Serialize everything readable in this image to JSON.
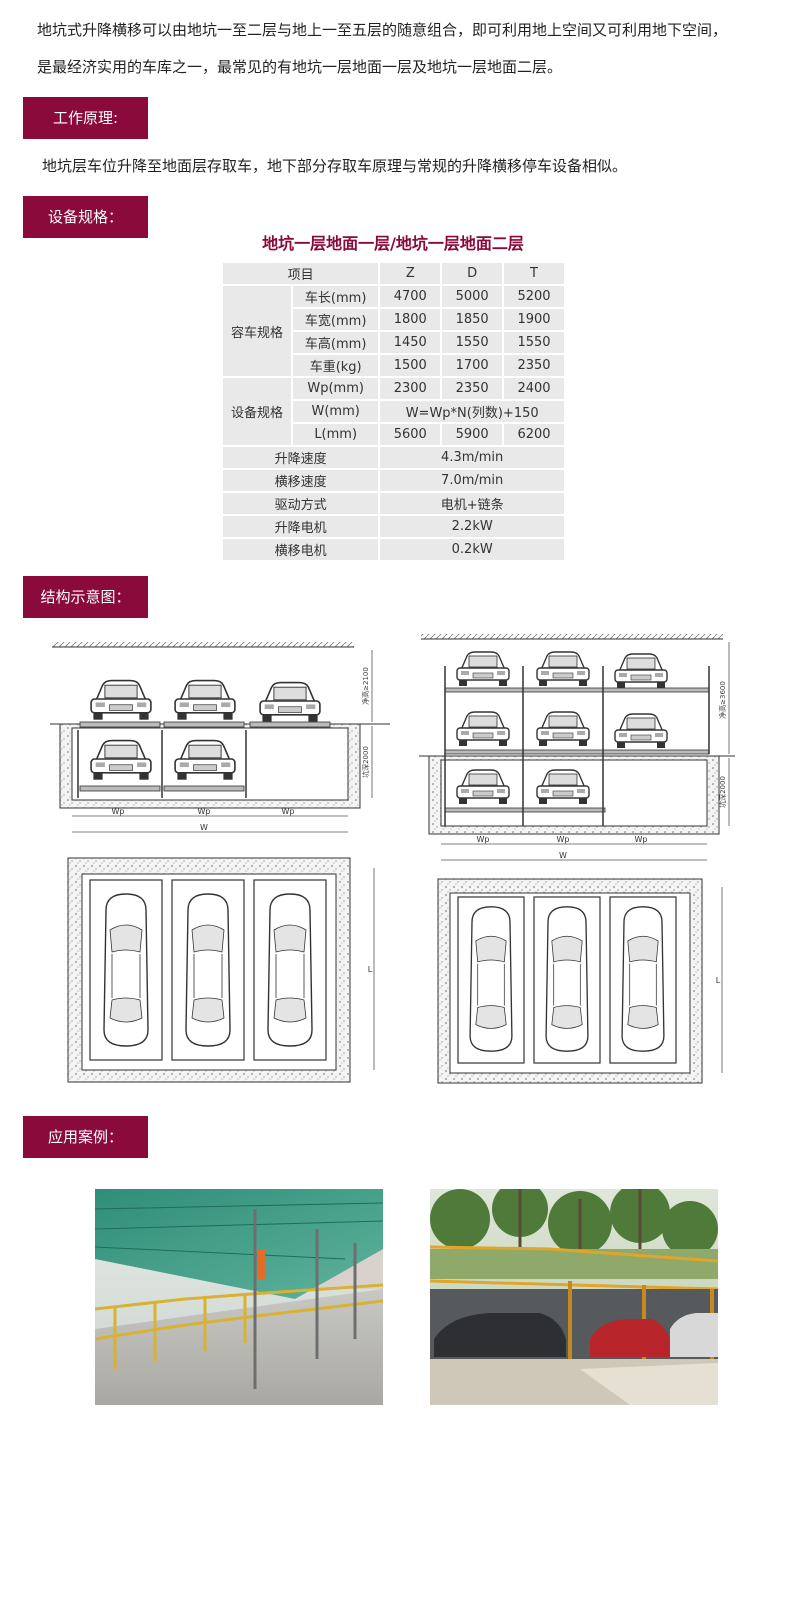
{
  "intro": {
    "line1": "地坑式升降横移可以由地坑一至二层与地上一至五层的随意组合，即可利用地上空间又可利用地下空间，",
    "line2": "是最经济实用的车库之一，最常见的有地坑一层地面一层及地坑一层地面二层。"
  },
  "sections": {
    "principle": "工作原理:",
    "spec": "设备规格：",
    "structure": "结构示意图：",
    "cases": "应用案例："
  },
  "principle_text": "地坑层车位升降至地面层存取车，地下部分存取车原理与常规的升降横移停车设备相似。",
  "spec": {
    "title": "地坑一层地面一层/地坑一层地面二层",
    "header": [
      "项目",
      "Z",
      "D",
      "T"
    ],
    "group_car": "容车规格",
    "car_rows": [
      {
        "label": "车长(mm)",
        "z": "4700",
        "d": "5000",
        "t": "5200"
      },
      {
        "label": "车宽(mm)",
        "z": "1800",
        "d": "1850",
        "t": "1900"
      },
      {
        "label": "车高(mm)",
        "z": "1450",
        "d": "1550",
        "t": "1550"
      },
      {
        "label": "车重(kg)",
        "z": "1500",
        "d": "1700",
        "t": "2350"
      }
    ],
    "group_device": "设备规格",
    "wp_row": {
      "label": "Wp(mm)",
      "z": "2300",
      "d": "2350",
      "t": "2400"
    },
    "w_row": {
      "label": "W(mm)",
      "value": "W=Wp*N(列数)+150"
    },
    "l_row": {
      "label": "L(mm)",
      "z": "5600",
      "d": "5900",
      "t": "6200"
    },
    "misc_rows": [
      {
        "label": "升降速度",
        "value": "4.3m/min"
      },
      {
        "label": "横移速度",
        "value": "7.0m/min"
      },
      {
        "label": "驱动方式",
        "value": "电机+链条"
      },
      {
        "label": "升降电机",
        "value": "2.2kW"
      },
      {
        "label": "横移电机",
        "value": "0.2kW"
      }
    ]
  },
  "drawing_labels": {
    "wp": "Wp",
    "w": "W",
    "l": "L",
    "clear_height_1": "净高≥2100",
    "pit_depth": "坑深2000",
    "clear_height_2": "净高≥3600"
  }
}
